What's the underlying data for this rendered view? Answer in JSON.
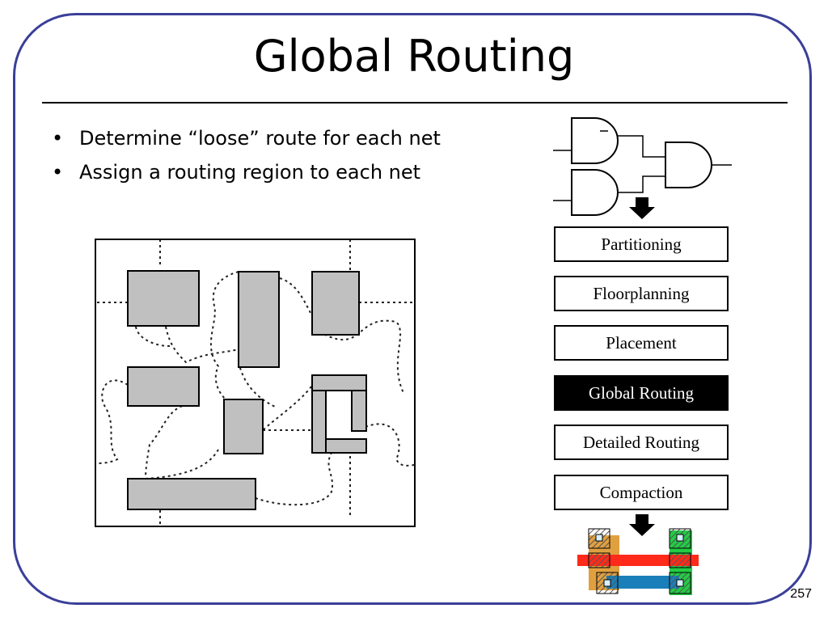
{
  "title": "Global Routing",
  "bullets": [
    "Determine “loose” route for each net",
    "Assign a routing region to each net"
  ],
  "flow": [
    {
      "label": "Partitioning",
      "active": false
    },
    {
      "label": "Floorplanning",
      "active": false
    },
    {
      "label": "Placement",
      "active": false
    },
    {
      "label": "Global Routing",
      "active": true
    },
    {
      "label": "Detailed Routing",
      "active": false
    },
    {
      "label": "Compaction",
      "active": false
    }
  ],
  "page_number": "257",
  "colors": {
    "frame": "#3a3f99",
    "block_fill": "#c0c0c0",
    "active_step_bg": "#000000",
    "metal_red": "#ff2a1a",
    "metal_blue": "#1a7fb8",
    "diffusion_orange": "#e0a040",
    "diffusion_green": "#22cc44"
  }
}
